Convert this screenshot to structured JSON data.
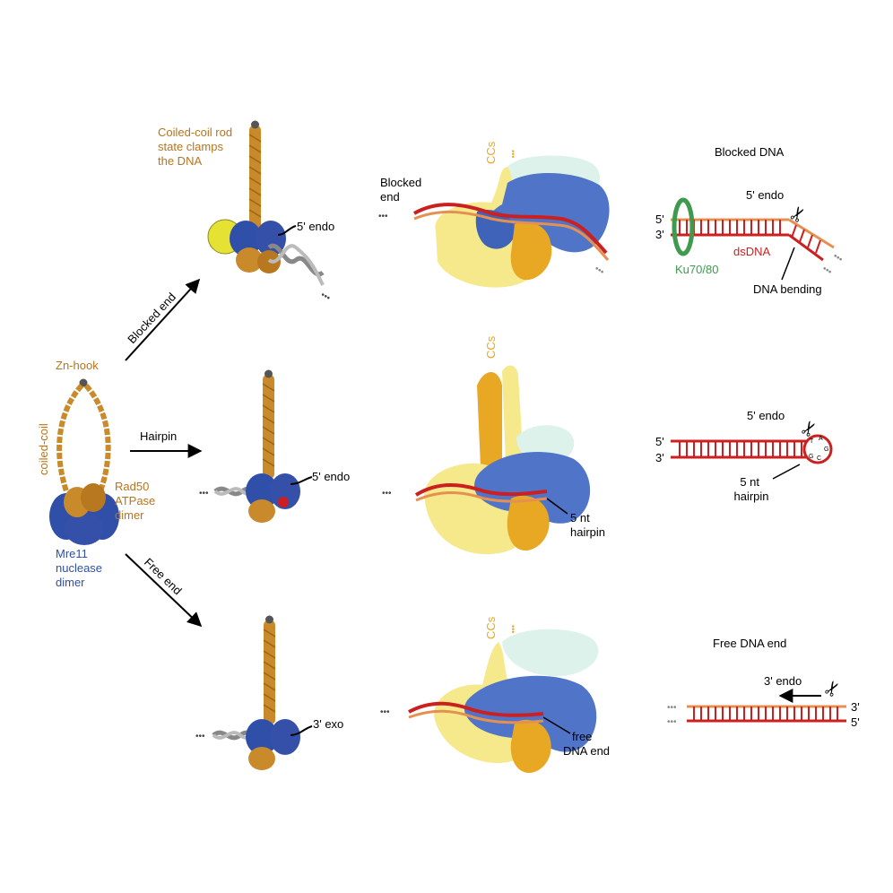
{
  "colors": {
    "rad50": "#c98a2b",
    "rad50_dark": "#9a6514",
    "mre11": "#2f4fa8",
    "mre11_light": "#4f74c8",
    "dna_red": "#cc2020",
    "dna_orange": "#e59050",
    "ku": "#3f9a4e",
    "yellow_light": "#f5e98c",
    "yellow_gold": "#e8a824",
    "mint": "#ddf2ea",
    "cap": "#e6e233",
    "grey": "#8a8a8a"
  },
  "left": {
    "zn_hook": "Zn-hook",
    "coiled_coil": "coiled-coil",
    "rad50": [
      "Rad50",
      "ATPase",
      "dimer"
    ],
    "mre11": [
      "Mre11",
      "nuclease",
      "dimer"
    ]
  },
  "arrows": {
    "blocked": "Blocked end",
    "hairpin": "Hairpin",
    "free": "Free end"
  },
  "row1": {
    "cartoon_title": [
      "Coiled-coil rod",
      "state clamps",
      "the DNA"
    ],
    "cartoon_label": "5' endo",
    "ccs": "CCs",
    "blocked_end": [
      "Blocked",
      "end"
    ],
    "schematic_title": "Blocked DNA",
    "endo": "5' endo",
    "five_prime": "5'",
    "three_prime": "3'",
    "dsdna": "dsDNA",
    "ku": "Ku70/80",
    "bending": "DNA bending"
  },
  "row2": {
    "cartoon_label": "5' endo",
    "ccs": "CCs",
    "hairpin_label": [
      "5 nt",
      "hairpin"
    ],
    "endo": "5' endo",
    "five_prime": "5'",
    "three_prime": "3'",
    "loop_letters": [
      "T",
      "A",
      "G",
      "C",
      "G"
    ],
    "schematic_hairpin": [
      "5 nt",
      "hairpin"
    ]
  },
  "row3": {
    "cartoon_label": "3' exo",
    "ccs": "CCs",
    "free_label": [
      "free",
      "DNA end"
    ],
    "schematic_title": "Free DNA end",
    "endo": "3' endo",
    "three_prime": "3'",
    "five_prime": "5'"
  },
  "ellipsis": "•••"
}
